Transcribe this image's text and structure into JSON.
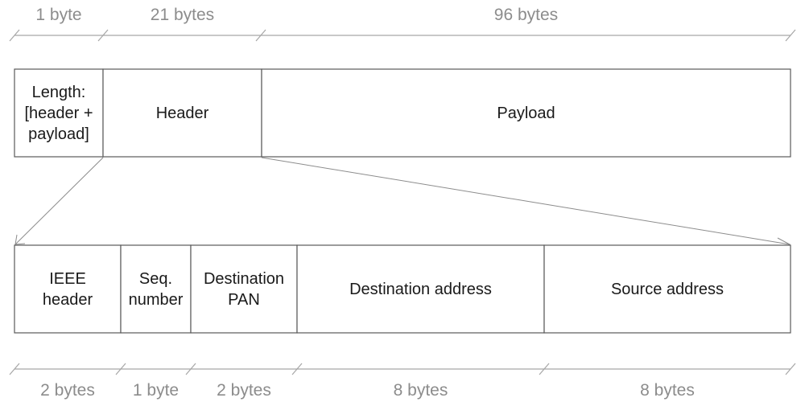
{
  "top_row": {
    "fields": [
      {
        "label": "Length:\n[header +\npayload]",
        "size": "1 byte"
      },
      {
        "label": "Header",
        "size": "21 bytes"
      },
      {
        "label": "Payload",
        "size": "96 bytes"
      }
    ]
  },
  "bottom_row": {
    "fields": [
      {
        "label": "IEEE\nheader",
        "size": "2 bytes"
      },
      {
        "label": "Seq.\nnumber",
        "size": "1 byte"
      },
      {
        "label": "Destination\nPAN",
        "size": "2 bytes"
      },
      {
        "label": "Destination address",
        "size": "8 bytes"
      },
      {
        "label": "Source address",
        "size": "8 bytes"
      }
    ]
  },
  "colors": {
    "box_stroke": "#595959",
    "dim_line": "#a6a6a6",
    "connector": "#8c8c8c",
    "text": "#1a1a1a",
    "size_text": "#8c8c8c"
  }
}
